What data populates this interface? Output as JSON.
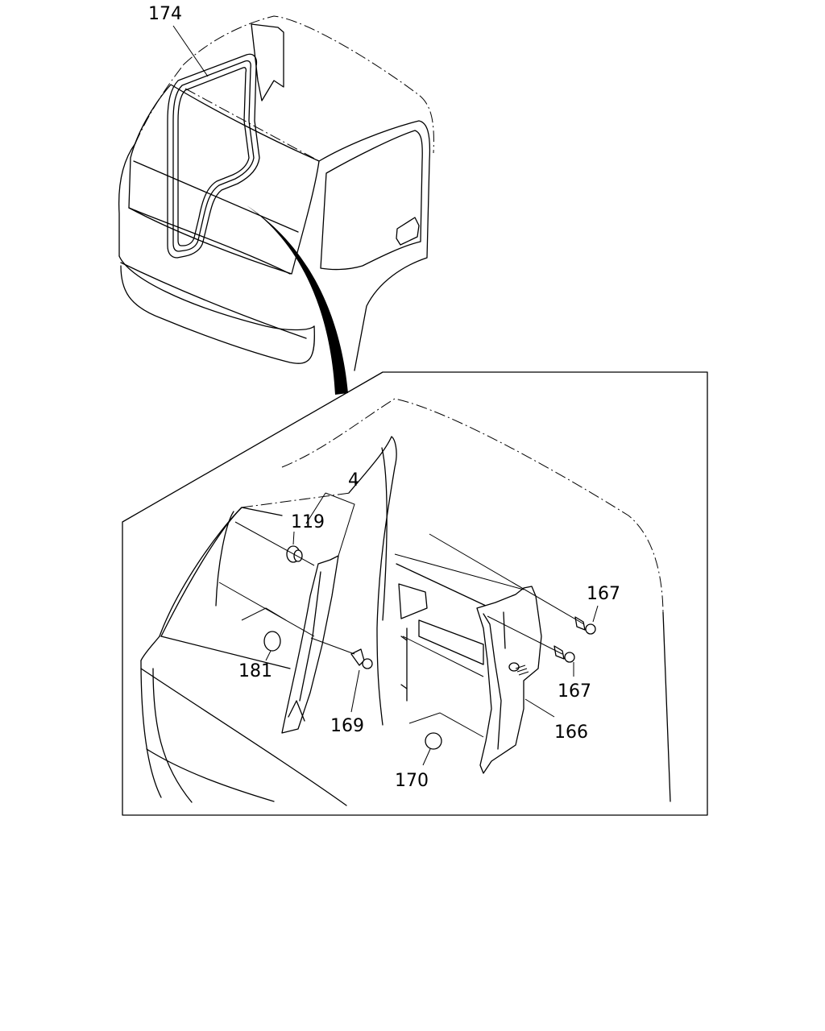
{
  "labels": {
    "p174": "174",
    "p4": "4",
    "p119": "119",
    "p167a": "167",
    "p167b": "167",
    "p181": "181",
    "p169": "169",
    "p166": "166",
    "p170": "170"
  }
}
